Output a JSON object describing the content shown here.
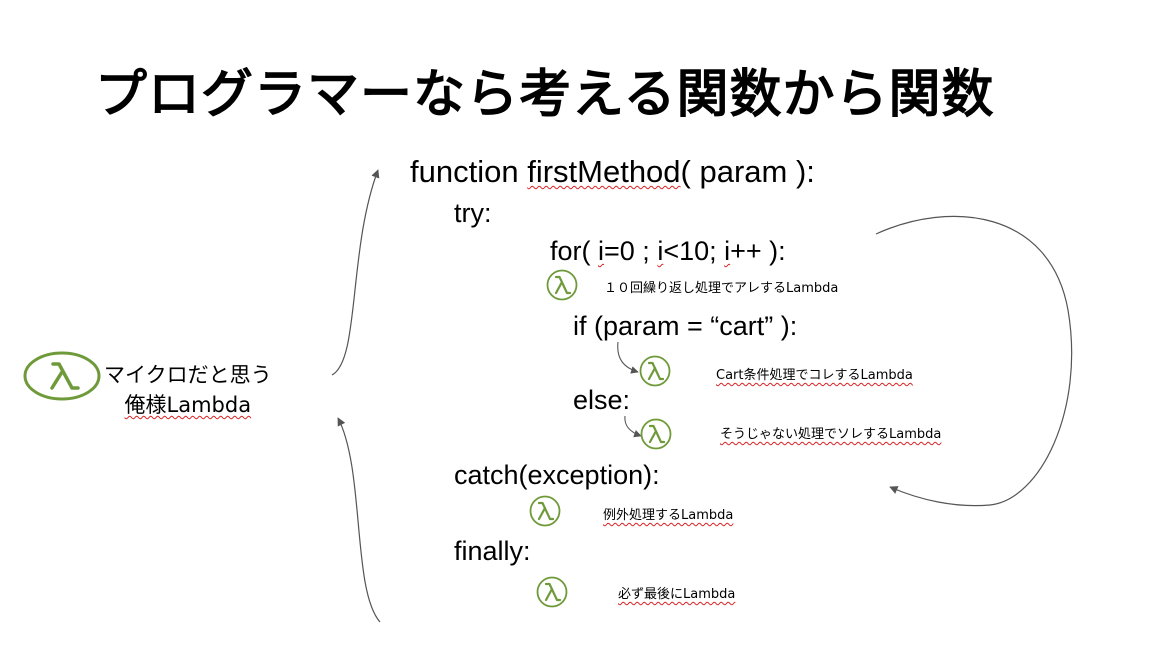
{
  "title": "プログラマーなら考える関数から関数",
  "left_label": {
    "line1": "マイクロだと思う",
    "line2": "俺様Lambda"
  },
  "code": {
    "fn_keyword": "function ",
    "fn_name": "firstMethod",
    "fn_params": "( param ):",
    "try": "try:",
    "for_prefix": "for( ",
    "for_i1": "i",
    "for_mid1": "=0 ; ",
    "for_i2": "i",
    "for_mid2": "<10; ",
    "for_i3": "i",
    "for_end": "++  ):",
    "if": "if (param = “cart”  ):",
    "else": "else:",
    "catch": "catch(exception):",
    "finally": "finally:"
  },
  "annotations": {
    "loop": "１０回繰り返し処理でアレするLambda",
    "cart": "Cart条件処理でコレするLambda",
    "else": "そうじゃない処理でソレするLambda",
    "exception": "例外処理するLambda",
    "finally": "必ず最後にLambda"
  },
  "colors": {
    "lambda_green": "#6f9a3a",
    "arrow": "#555555",
    "squiggle": "#d92121"
  },
  "icons": {
    "lambda": "aws-lambda-icon"
  }
}
